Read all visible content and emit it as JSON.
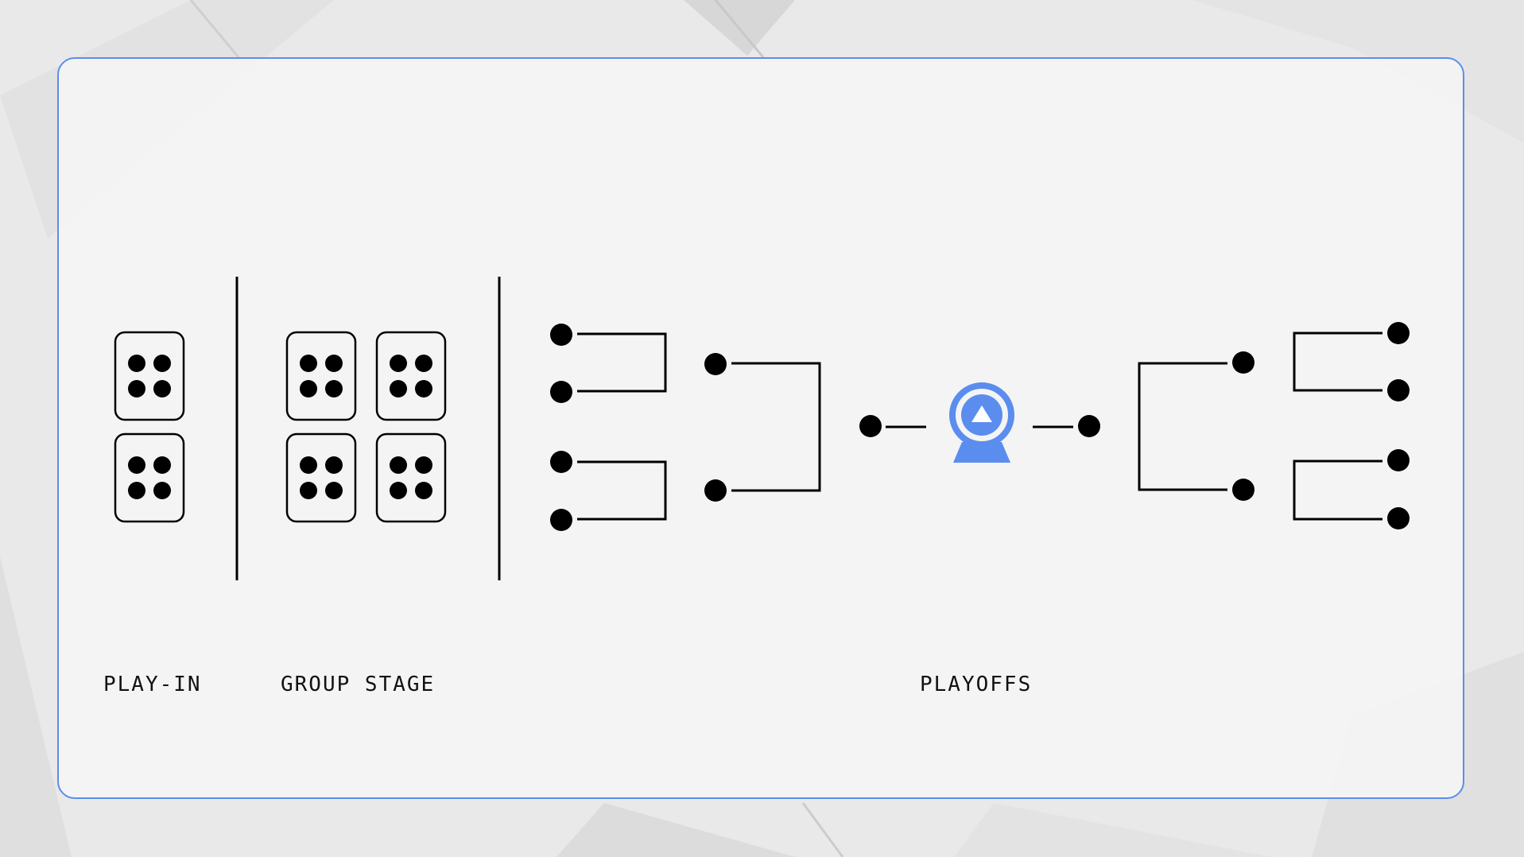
{
  "stages": {
    "play_in": "PLAY-IN",
    "group_stage": "GROUP STAGE",
    "playoffs": "PLAYOFFS"
  },
  "colors": {
    "accent": "#5b8def",
    "ink": "#000000",
    "background": "#e9e9e9",
    "card": "#f6f6f6"
  },
  "icons": {
    "group_card": "four-dot-card-icon",
    "trophy": "trophy-icon"
  }
}
